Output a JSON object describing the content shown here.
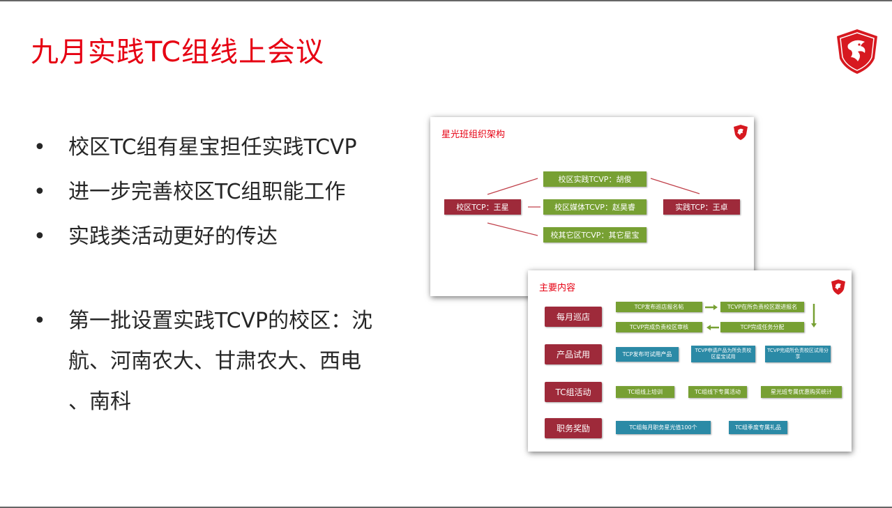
{
  "slide": {
    "title": "九月实践TC组线上会议",
    "bullets": [
      "校区TC组有星宝担任实践TCVP",
      "进一步完善校区TC组职能工作",
      "实践类活动更好的传达"
    ],
    "bullet4": [
      "第一批设置实践TCVP的校区：沈",
      "航、河南农大、甘肃农大、西电",
      "、南科"
    ],
    "bullet_char": "•"
  },
  "org_chart": {
    "title": "星光班组织架构",
    "tcp": "校区TCP：王星",
    "practice_vp": "校区实践TCVP：胡俊",
    "media_vp": "校区媒体TCVP：赵昊睿",
    "other_vp": "校其它区TCVP：其它星宝",
    "practice_tcp": "实践TCP：王卓"
  },
  "content_slide": {
    "title": "主要内容",
    "categories": [
      "每月巡店",
      "产品试用",
      "TC组活动",
      "职务奖励"
    ],
    "patrol": {
      "step1": "TCP发布巡店报名帖",
      "step2": "TCVP在所负责校区跟进报名",
      "step3": "TCP完成任务分配",
      "step4": "TCVP完成负责校区审核"
    },
    "trial": {
      "a": "TCP发布可试用产品",
      "b": "TCVP申请产品为所负责校区星宝试用",
      "c": "TCVP完成所负责校区试用分享"
    },
    "activity": {
      "a": "TC组线上培训",
      "b": "TC组线下专属活动",
      "c": "星光班专属优惠购买统计"
    },
    "reward": {
      "a": "TC组每月职务星光值100个",
      "b": "TC组季度专属礼品"
    }
  },
  "colors": {
    "title_red": "#e60012",
    "box_red": "#9e2a3a",
    "box_green": "#77a033",
    "box_teal": "#2b8aa6"
  }
}
